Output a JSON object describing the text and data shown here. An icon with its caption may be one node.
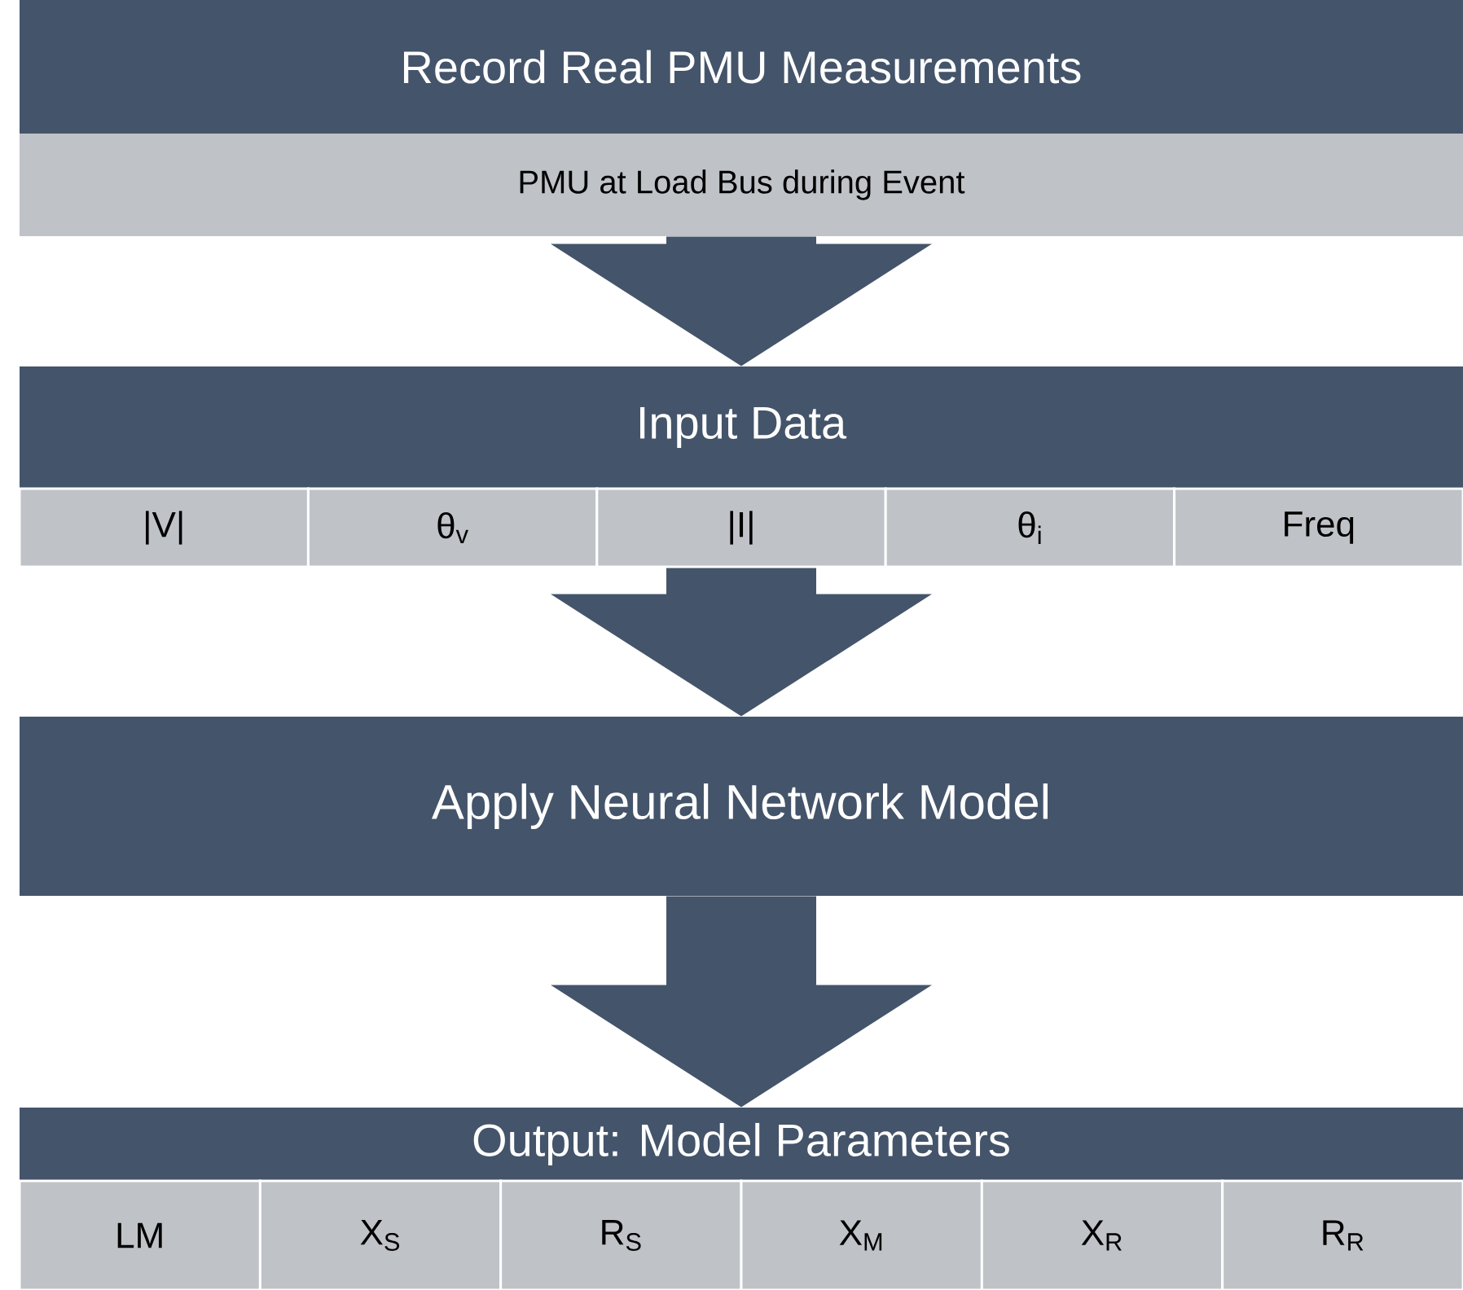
{
  "diagram": {
    "nodes": [
      {
        "text": [
          "Record Real PMU Measurements"
        ]
      },
      {
        "text": [
          "PMU at Load Bus during Event"
        ]
      },
      {
        "text": [
          "Input Data"
        ]
      },
      {
        "text": [
          "|V|"
        ]
      },
      {
        "text": [
          "θ$_{v}$"
        ]
      },
      {
        "text": [
          "|I|"
        ]
      },
      {
        "text": [
          "θ$_{i}$"
        ]
      },
      {
        "text": [
          "Freq"
        ]
      },
      {
        "text": [
          "Apply Neural Network Model"
        ]
      },
      {
        "text": [
          "Output: Model Parameters"
        ]
      },
      {
        "text": [
          "LM"
        ]
      },
      {
        "text": [
          "X$_{S}$"
        ]
      },
      {
        "text": [
          "R$_{S}$"
        ]
      },
      {
        "text": [
          "X$_{M}$"
        ]
      },
      {
        "text": [
          "X$_{R}$"
        ]
      },
      {
        "text": [
          "R$_{R}$"
        ]
      }
    ],
    "edges": [
      {
        "from": 1,
        "to": 2,
        "arrow": "to"
      },
      {
        "from": 5,
        "to": 8,
        "arrow": "to"
      },
      {
        "from": 8,
        "to": 9,
        "arrow": "to"
      }
    ]
  }
}
